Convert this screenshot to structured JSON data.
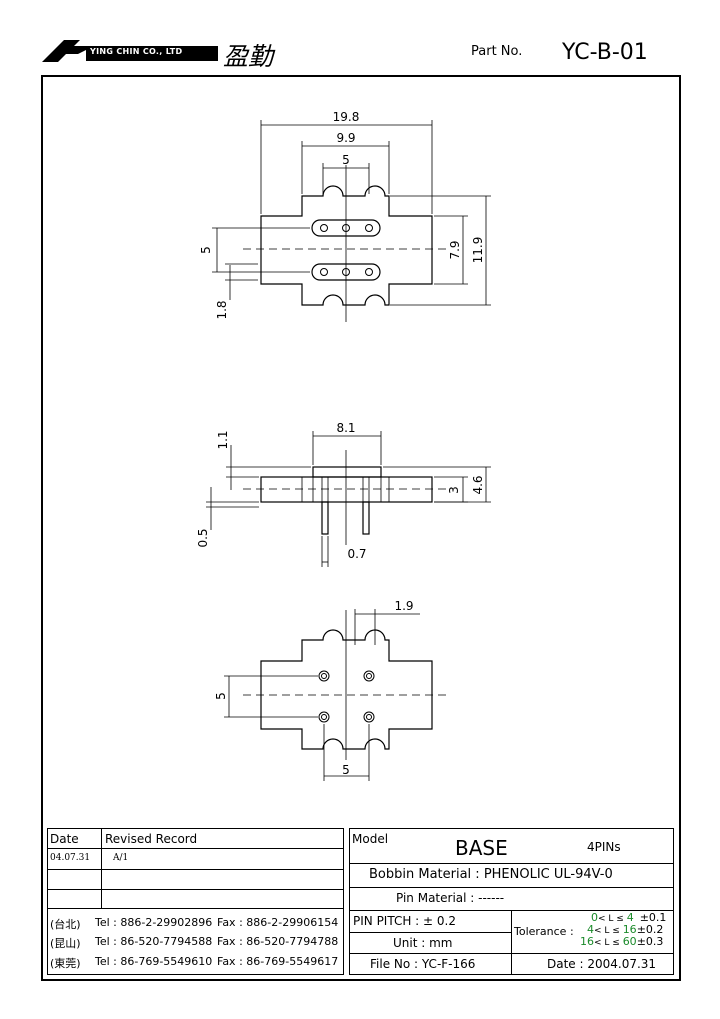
{
  "header": {
    "company_en": "YING CHIN CO., LTD",
    "company_cn": "盈勤",
    "part_no_label": "Part No.",
    "part_no_value": "YC-B-01"
  },
  "dimensions": {
    "top_view": {
      "overall_width": "19.8",
      "mid_width": "9.9",
      "pin_span": "5",
      "row_spacing": "5",
      "inner_height": "7.9",
      "overall_height": "11.9",
      "offset": "1.8"
    },
    "side_view": {
      "top_width": "8.1",
      "top_height": "1.1",
      "base_height": "3",
      "total_height": "4.6",
      "pin_offset": "0.5",
      "pin_dia": "0.7"
    },
    "bottom_view": {
      "notch_width": "1.9",
      "row_spacing": "5",
      "pin_span": "5"
    }
  },
  "revision_table": {
    "headers": {
      "date": "Date",
      "record": "Revised Record"
    },
    "rows": [
      {
        "date": "04.07.31",
        "record": "A/1"
      },
      {
        "date": "",
        "record": ""
      },
      {
        "date": "",
        "record": ""
      }
    ]
  },
  "contacts": [
    {
      "city": "(台北)",
      "tel": "Tel : 886-2-29902896",
      "fax": "Fax : 886-2-29906154"
    },
    {
      "city": "(昆山)",
      "tel": "Tel : 86-520-7794588",
      "fax": "Fax : 86-520-7794788"
    },
    {
      "city": "(東莞)",
      "tel": "Tel : 86-769-5549610",
      "fax": "Fax : 86-769-5549617"
    }
  ],
  "spec": {
    "model_label": "Model",
    "model_value": "BASE",
    "pins": "4PINs",
    "bobbin_material": "Bobbin  Material : PHENOLIC UL-94V-0",
    "pin_material": "Pin  Material : ------",
    "pin_pitch": "PIN  PITCH : ± 0.2",
    "unit": "Unit : mm",
    "file_no": "File  No : YC-F-166",
    "tolerance_label": "Tolerance :",
    "tolerance_rows": [
      {
        "range_lo": "0",
        "lbl": "< L ≤ ",
        "range_hi": "4",
        "tol": "±0.1"
      },
      {
        "range_lo": "4",
        "lbl": "< L ≤ ",
        "range_hi": "16",
        "tol": "±0.2"
      },
      {
        "range_lo": "16",
        "lbl": "< L ≤ ",
        "range_hi": "60",
        "tol": "±0.3"
      }
    ],
    "date": "Date : 2004.07.31"
  }
}
